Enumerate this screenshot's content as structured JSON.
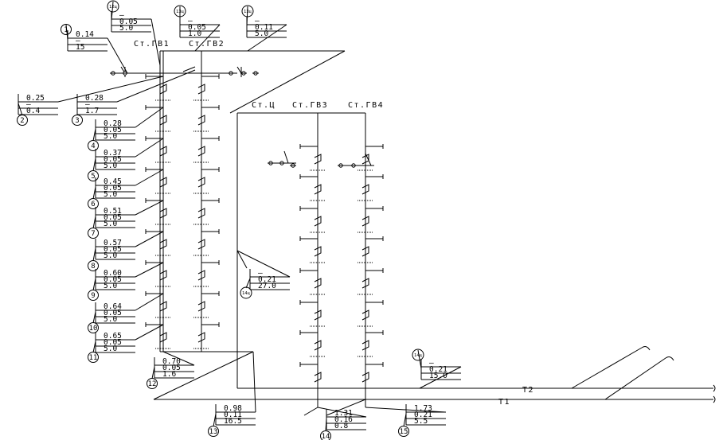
{
  "riser_labels": {
    "gv1": "Ст.ГВ1",
    "gv2": "Ст.ГВ2",
    "c": "Ст.Ц",
    "gv3": "Ст.ГВ3",
    "gv4": "Ст.ГВ4"
  },
  "main_lines": {
    "t2": "Т2",
    "t1": "Т1"
  },
  "sections": [
    {
      "num": "1",
      "v1": "0.14",
      "v2": "—",
      "v3": "15"
    },
    {
      "num": "2",
      "v1": "0.25",
      "v2": "—",
      "v3": "0.4"
    },
    {
      "num": "3",
      "v1": "0.28",
      "v2": "—",
      "v3": "1.7"
    },
    {
      "num": "4",
      "v1": "0.28",
      "v2": "0.05",
      "v3": "5.0"
    },
    {
      "num": "5",
      "v1": "0.37",
      "v2": "0.05",
      "v3": "5.0"
    },
    {
      "num": "6",
      "v1": "0.45",
      "v2": "0.05",
      "v3": "5.0"
    },
    {
      "num": "7",
      "v1": "0.51",
      "v2": "0.05",
      "v3": "5.0"
    },
    {
      "num": "8",
      "v1": "0.57",
      "v2": "0.05",
      "v3": "5.0"
    },
    {
      "num": "9",
      "v1": "0.60",
      "v2": "0.05",
      "v3": "5.0"
    },
    {
      "num": "10",
      "v1": "0.64",
      "v2": "0.05",
      "v3": "5.0"
    },
    {
      "num": "11",
      "v1": "0.65",
      "v2": "0.05",
      "v3": "5.0"
    },
    {
      "num": "12",
      "v1": "0.70",
      "v2": "0.05",
      "v3": "1.6"
    },
    {
      "num": "13",
      "v1": "0.98",
      "v2": "0.11",
      "v3": "16.5"
    },
    {
      "num": "14",
      "v1": "1.31",
      "v2": "0.16",
      "v3": "0.8"
    },
    {
      "num": "15",
      "v1": "1.73",
      "v2": "0.21",
      "v3": "5.5"
    },
    {
      "num": "12ц",
      "v1": "—",
      "v2": "0.05",
      "v3": "5.0"
    },
    {
      "num": "13ц",
      "v1": "—",
      "v2": "0.05",
      "v3": "1.0"
    },
    {
      "num": "13ц",
      "v1": "—",
      "v2": "0.11",
      "v3": "5.0"
    },
    {
      "num": "14ц",
      "v1": "—",
      "v2": "0.21",
      "v3": "27.0"
    },
    {
      "num": "14ц",
      "v1": "—",
      "v2": "0.21",
      "v3": "15.0"
    }
  ]
}
